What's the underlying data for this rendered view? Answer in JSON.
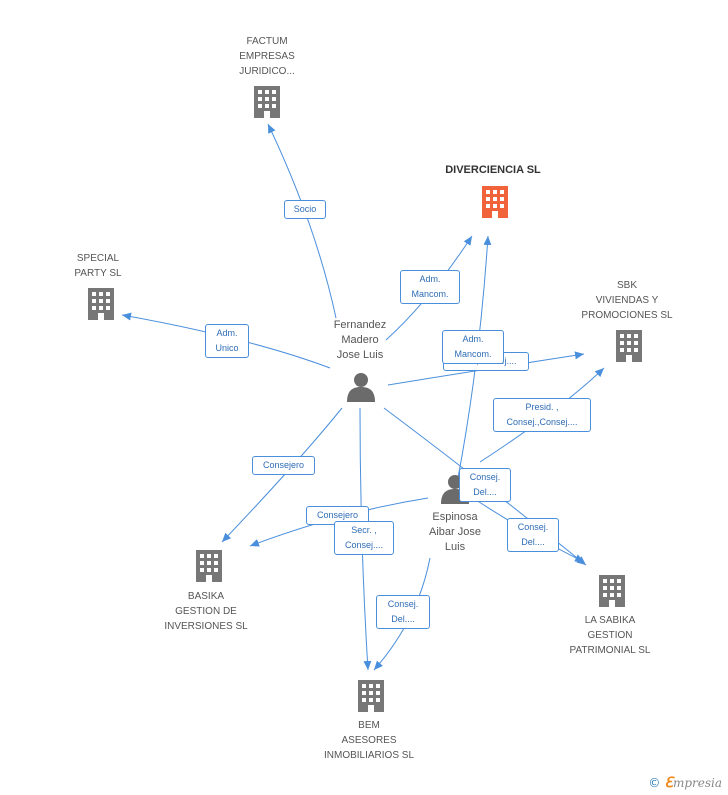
{
  "colors": {
    "edge": "#4a8fdc",
    "building": "#777777",
    "building_main": "#f0633b",
    "person": "#6b6b6b"
  },
  "companies": {
    "factum": "FACTUM\nEMPRESAS\nJURIDICO...",
    "diverciencia": "DIVERCIENCIA SL",
    "special": "SPECIAL\nPARTY SL",
    "sbk": "SBK\nVIVIENDAS Y\nPROMOCIONES SL",
    "basika": "BASIKA\nGESTION DE\nINVERSIONES SL",
    "sabika": "LA SABIKA\nGESTION\nPATRIMONIAL SL",
    "bem": "BEM\nASESORES\nINMOBILIARIOS SL"
  },
  "persons": {
    "fernandez": "Fernandez\nMadero\nJose Luis",
    "espinosa": "Espinosa\nAibar Jose\nLuis"
  },
  "edge_labels": {
    "socio": "Socio",
    "adm_mancom_1": "Adm.\nMancom.",
    "adm_unico": "Adm.\nUnico",
    "adm_mancom_2": "Adm.\nMancom.",
    "secr_consej_sbk": "Secr.,Consej....",
    "presid": "Presid. ,\nConsej.,Consej....",
    "consejero_1": "Consejero",
    "consej_del_1": "Consej.\nDel....",
    "consejero_2": "Consejero",
    "secr_consej_bem": "Secr. ,\nConsej....",
    "consej_del_2": "Consej.\nDel....",
    "consej_del_3": "Consej.\nDel...."
  },
  "brand": {
    "copyright": "©",
    "e": "ℇ",
    "name": "mpresia"
  }
}
